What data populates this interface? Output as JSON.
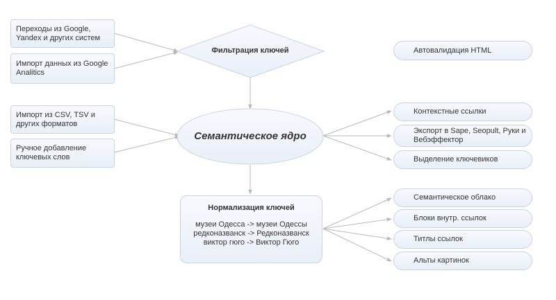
{
  "sources": {
    "google_transitions": "Переходы из Google, Yandex и других систем",
    "analytics_import": "Импорт данных из Google Analitics",
    "csv_import": "Импорт из CSV, TSV и других форматов",
    "manual_add": "Ручное добавление ключевых слов"
  },
  "filter": {
    "label": "Фильтрация ключей"
  },
  "core": {
    "label": "Семантическое ядро"
  },
  "normalization": {
    "title": "Нормализация ключей",
    "examples": [
      "музеи Одесса -> музеи Одессы",
      "редконазванск -> Редконазванск",
      "виктор гюго -> Виктор Гюго"
    ]
  },
  "outputs": {
    "autovalidation": "Автовалидация HTML",
    "core_outputs": [
      "Контекстные ссылки",
      "Экспорт в Sape, Seopult, Руки и Вебэффектор",
      "Выделение ключевиков"
    ],
    "norm_outputs": [
      "Семантическое облако",
      "Блоки внутр. ссылок",
      "Титлы ссылок",
      "Альты картинок"
    ]
  },
  "colors": {
    "line": "#b8b8b8",
    "border": "#c9d4e2",
    "fill_top": "#f7f9fd",
    "fill_bottom": "#e9eff8"
  }
}
